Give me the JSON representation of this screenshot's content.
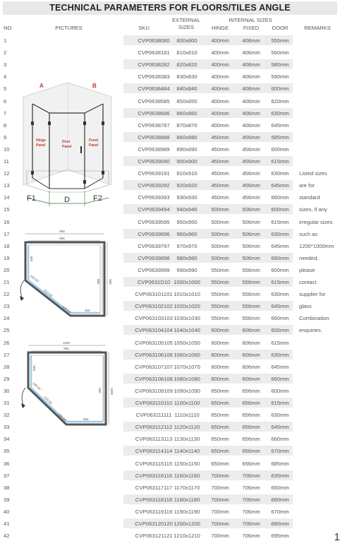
{
  "title": "TECHNICAL PARAMETERS FOR FLOORS/TILES ANGLE",
  "headers": {
    "no": "NO",
    "pictures": "PICTURES",
    "sku": "SKU",
    "external_sizes": "EXTERNAL SIZES",
    "internal_sizes": "INTERNAL SIZES",
    "hinge": "HINGE",
    "fixed": "FIXED",
    "door": "DOOR",
    "remarks": "REMARKS"
  },
  "rows": [
    {
      "no": "1",
      "sku": "CVP0638080",
      "ext": "800x800",
      "hinge": "400mm",
      "fixed": "406mm",
      "door": "550mm"
    },
    {
      "no": "2",
      "sku": "CVP0638181",
      "ext": "810x810",
      "hinge": "400mm",
      "fixed": "406mm",
      "door": "560mm"
    },
    {
      "no": "3",
      "sku": "CVP0638282",
      "ext": "820x820",
      "hinge": "400mm",
      "fixed": "406mm",
      "door": "580mm"
    },
    {
      "no": "4",
      "sku": "CVP0638383",
      "ext": "830x830",
      "hinge": "400mm",
      "fixed": "406mm",
      "door": "590mm"
    },
    {
      "no": "5",
      "sku": "CVP0638484",
      "ext": "840x840",
      "hinge": "400mm",
      "fixed": "406mm",
      "door": "600mm"
    },
    {
      "no": "6",
      "sku": "CVP0638585",
      "ext": "850x850",
      "hinge": "400mm",
      "fixed": "406mm",
      "door": "620mm"
    },
    {
      "no": "7",
      "sku": "CVP0638686",
      "ext": "860x860",
      "hinge": "400mm",
      "fixed": "406mm",
      "door": "630mm"
    },
    {
      "no": "8",
      "sku": "CVP0638787",
      "ext": "870x870",
      "hinge": "400mm",
      "fixed": "406mm",
      "door": "645mm"
    },
    {
      "no": "9",
      "sku": "CVP0638888",
      "ext": "880x880",
      "hinge": "450mm",
      "fixed": "456mm",
      "door": "585mm"
    },
    {
      "no": "10",
      "sku": "CVP0638989",
      "ext": "890x890",
      "hinge": "450mm",
      "fixed": "456mm",
      "door": "600mm"
    },
    {
      "no": "11",
      "sku": "CVP0639090",
      "ext": "900x900",
      "hinge": "450mm",
      "fixed": "456mm",
      "door": "615mm"
    },
    {
      "no": "12",
      "sku": "CVP0639191",
      "ext": "910x910",
      "hinge": "450mm",
      "fixed": "456mm",
      "door": "630mm"
    },
    {
      "no": "13",
      "sku": "CVP0639292",
      "ext": "920x920",
      "hinge": "450mm",
      "fixed": "456mm",
      "door": "645mm"
    },
    {
      "no": "14",
      "sku": "CVP0639393",
      "ext": "930x930",
      "hinge": "450mm",
      "fixed": "456mm",
      "door": "660mm"
    },
    {
      "no": "15",
      "sku": "CVP0639494",
      "ext": "940x940",
      "hinge": "500mm",
      "fixed": "506mm",
      "door": "600mm"
    },
    {
      "no": "16",
      "sku": "CVP0639595",
      "ext": "950x950",
      "hinge": "500mm",
      "fixed": "506mm",
      "door": "615mm"
    },
    {
      "no": "17",
      "sku": "CVP0639696",
      "ext": "960x960",
      "hinge": "500mm",
      "fixed": "506mm",
      "door": "630mm"
    },
    {
      "no": "18",
      "sku": "CVP0639797",
      "ext": "970x970",
      "hinge": "500mm",
      "fixed": "506mm",
      "door": "645mm"
    },
    {
      "no": "19",
      "sku": "CVP0639898",
      "ext": "980x980",
      "hinge": "500mm",
      "fixed": "506mm",
      "door": "660mm"
    },
    {
      "no": "20",
      "sku": "CVP0639999",
      "ext": "990x990",
      "hinge": "550mm",
      "fixed": "556mm",
      "door": "600mm"
    },
    {
      "no": "21",
      "sku": "CVP0631D10",
      "ext": "1000x1000",
      "hinge": "550mm",
      "fixed": "556mm",
      "door": "615mm"
    },
    {
      "no": "22",
      "sku": "CVP063101101",
      "ext": "1010x1010",
      "hinge": "550mm",
      "fixed": "556mm",
      "door": "630mm"
    },
    {
      "no": "23",
      "sku": "CVP063102102",
      "ext": "1020x1020",
      "hinge": "550mm",
      "fixed": "556mm",
      "door": "645mm"
    },
    {
      "no": "24",
      "sku": "CVP063103103",
      "ext": "1030x1030",
      "hinge": "550mm",
      "fixed": "556mm",
      "door": "660mm"
    },
    {
      "no": "25",
      "sku": "CVP063104104",
      "ext": "1040x1040",
      "hinge": "600mm",
      "fixed": "606mm",
      "door": "600mm"
    },
    {
      "no": "26",
      "sku": "CVP063105105",
      "ext": "1050x1050",
      "hinge": "600mm",
      "fixed": "606mm",
      "door": "615mm"
    },
    {
      "no": "27",
      "sku": "CVP063106106",
      "ext": "1060x1060",
      "hinge": "600mm",
      "fixed": "606mm",
      "door": "630mm"
    },
    {
      "no": "28",
      "sku": "CVP063107107",
      "ext": "1070x1070",
      "hinge": "600mm",
      "fixed": "606mm",
      "door": "645mm"
    },
    {
      "no": "29",
      "sku": "CVP063108108",
      "ext": "1080x1080",
      "hinge": "600mm",
      "fixed": "606mm",
      "door": "660mm"
    },
    {
      "no": "30",
      "sku": "CVP063109109",
      "ext": "1090x1090",
      "hinge": "650mm",
      "fixed": "656mm",
      "door": "600mm"
    },
    {
      "no": "31",
      "sku": "CVP063110110",
      "ext": "1100x1100",
      "hinge": "650mm",
      "fixed": "656mm",
      "door": "615mm"
    },
    {
      "no": "32",
      "sku": "CVP063111111",
      "ext": "1110x1110",
      "hinge": "650mm",
      "fixed": "656mm",
      "door": "630mm"
    },
    {
      "no": "33",
      "sku": "CVP063112112",
      "ext": "1120x1120",
      "hinge": "650mm",
      "fixed": "656mm",
      "door": "645mm"
    },
    {
      "no": "34",
      "sku": "CVP063113113",
      "ext": "1130x1130",
      "hinge": "650mm",
      "fixed": "656mm",
      "door": "660mm"
    },
    {
      "no": "35",
      "sku": "CVP063114114",
      "ext": "1140x1140",
      "hinge": "650mm",
      "fixed": "656mm",
      "door": "670mm"
    },
    {
      "no": "36",
      "sku": "CVP063115115",
      "ext": "1150x1150",
      "hinge": "650mm",
      "fixed": "656mm",
      "door": "685mm"
    },
    {
      "no": "37",
      "sku": "CVP063116116",
      "ext": "1160x1160",
      "hinge": "700mm",
      "fixed": "706mm",
      "door": "635mm"
    },
    {
      "no": "38",
      "sku": "CVP063117117",
      "ext": "1170x1170",
      "hinge": "700mm",
      "fixed": "706mm",
      "door": "650mm"
    },
    {
      "no": "39",
      "sku": "CVP063118118",
      "ext": "1180x1180",
      "hinge": "700mm",
      "fixed": "706mm",
      "door": "660mm"
    },
    {
      "no": "40",
      "sku": "CVP063119119",
      "ext": "1190x1190",
      "hinge": "700mm",
      "fixed": "706mm",
      "door": "670mm"
    },
    {
      "no": "41",
      "sku": "CVP063120120",
      "ext": "1200x1200",
      "hinge": "700mm",
      "fixed": "706mm",
      "door": "680mm"
    },
    {
      "no": "42",
      "sku": "CVP063121121",
      "ext": "1210x1210",
      "hinge": "700mm",
      "fixed": "706mm",
      "door": "695mm"
    }
  ],
  "remarks": [
    "Listed sizes",
    "are for",
    "standard",
    "sizes, if any",
    "irregular sizes",
    "such as",
    "1200*1000mm",
    "needed,",
    "please",
    "contact",
    "supplier for",
    "glass",
    "Combination",
    "enquiries."
  ],
  "diagram1": {
    "label_a": "A",
    "label_b": "B",
    "hinge_panel_line1": "Hinge",
    "hinge_panel_line2": "Panel",
    "door_panel_line1": "Door",
    "door_panel_line2": "Panel",
    "fixed_panel_line1": "Fixed",
    "fixed_panel_line2": "Panel",
    "f1": "F1",
    "d": "D",
    "f2": "F2"
  },
  "diagram2": {
    "top_dim": "900",
    "inner_top_dim": "856",
    "right_dim_outer": "900",
    "right_dim_inner": "856",
    "left_dim": "405",
    "angle_left": "135.01°",
    "diagonal": "615.03",
    "angle_right": "135.01°",
    "bottom_dim": "450"
  },
  "diagram3": {
    "top_dim": "1000",
    "inner_top_dim": "956",
    "right_dim_outer": "1000",
    "right_dim_inner": "956",
    "left_dim": "500",
    "angle_left": "135.01°",
    "diagonal": "615.03",
    "angle_right": "135.01°",
    "bottom_dim": "500"
  },
  "page_number": "1",
  "colors": {
    "title_bg": "#e8e8e8",
    "band_bg": "#ececec",
    "label_red": "#c0392b",
    "dim_green": "#2e7d32",
    "glass_blue": "#9ecbe8"
  }
}
